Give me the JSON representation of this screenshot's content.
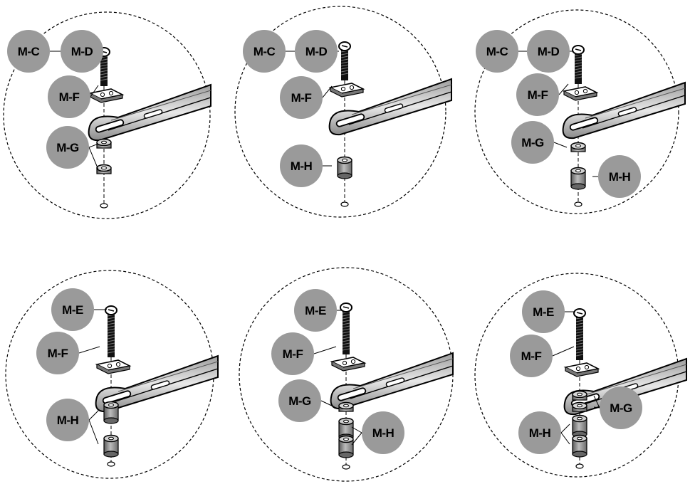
{
  "figure": {
    "panels": [
      {
        "id": "panel-1",
        "parts": [
          "M-C",
          "M-D",
          "M-F",
          "M-G"
        ]
      },
      {
        "id": "panel-2",
        "parts": [
          "M-C",
          "M-D",
          "M-F",
          "M-H"
        ]
      },
      {
        "id": "panel-3",
        "parts": [
          "M-C",
          "M-D",
          "M-F",
          "M-G",
          "M-H"
        ]
      },
      {
        "id": "panel-4",
        "parts": [
          "M-E",
          "M-F",
          "M-H"
        ]
      },
      {
        "id": "panel-5",
        "parts": [
          "M-E",
          "M-F",
          "M-G",
          "M-H"
        ]
      },
      {
        "id": "panel-6",
        "parts": [
          "M-E",
          "M-F",
          "M-G",
          "M-H"
        ]
      }
    ]
  },
  "colors": {
    "badge_fill": "#9a9a9a",
    "line": "#000000",
    "background": "#ffffff",
    "part_fill": "#8c8c8c"
  }
}
